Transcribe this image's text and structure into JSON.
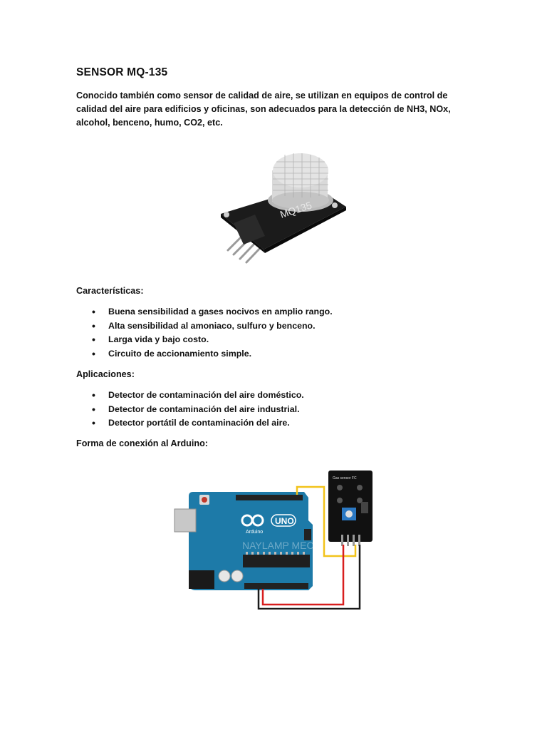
{
  "document": {
    "title": "SENSOR MQ-135",
    "intro": "Conocido también como sensor de calidad de aire, se utilizan en equipos de control de calidad del aire para edificios y oficinas, son adecuados para la detección de NH3, NOx, alcohol, benceno, humo, CO2, etc.",
    "sensor_photo": {
      "label": "MQ135"
    },
    "features": {
      "heading": "Características:",
      "items": [
        "Buena sensibilidad a gases nocivos en amplio rango.",
        "Alta sensibilidad al amoniaco, sulfuro y benceno.",
        "Larga vida y bajo costo.",
        "Circuito de accionamiento simple."
      ]
    },
    "applications": {
      "heading": "Aplicaciones:",
      "items": [
        "Detector de contaminación del aire doméstico.",
        "Detector de contaminación del aire industrial.",
        "Detector portátil de contaminación del aire."
      ]
    },
    "connection": {
      "heading": "Forma de conexión al Arduino:",
      "board_uno_label": "UNO",
      "board_brand_label": "Arduino",
      "module_label": "Gas sensor FC",
      "watermark": "NAYLAMP MECHATRONICS"
    }
  },
  "colors": {
    "text": "#111111",
    "arduino_blue": "#1d7aa8",
    "wire_yellow": "#f2c31b",
    "wire_red": "#d81e1e",
    "wire_black": "#1a1a1a"
  }
}
